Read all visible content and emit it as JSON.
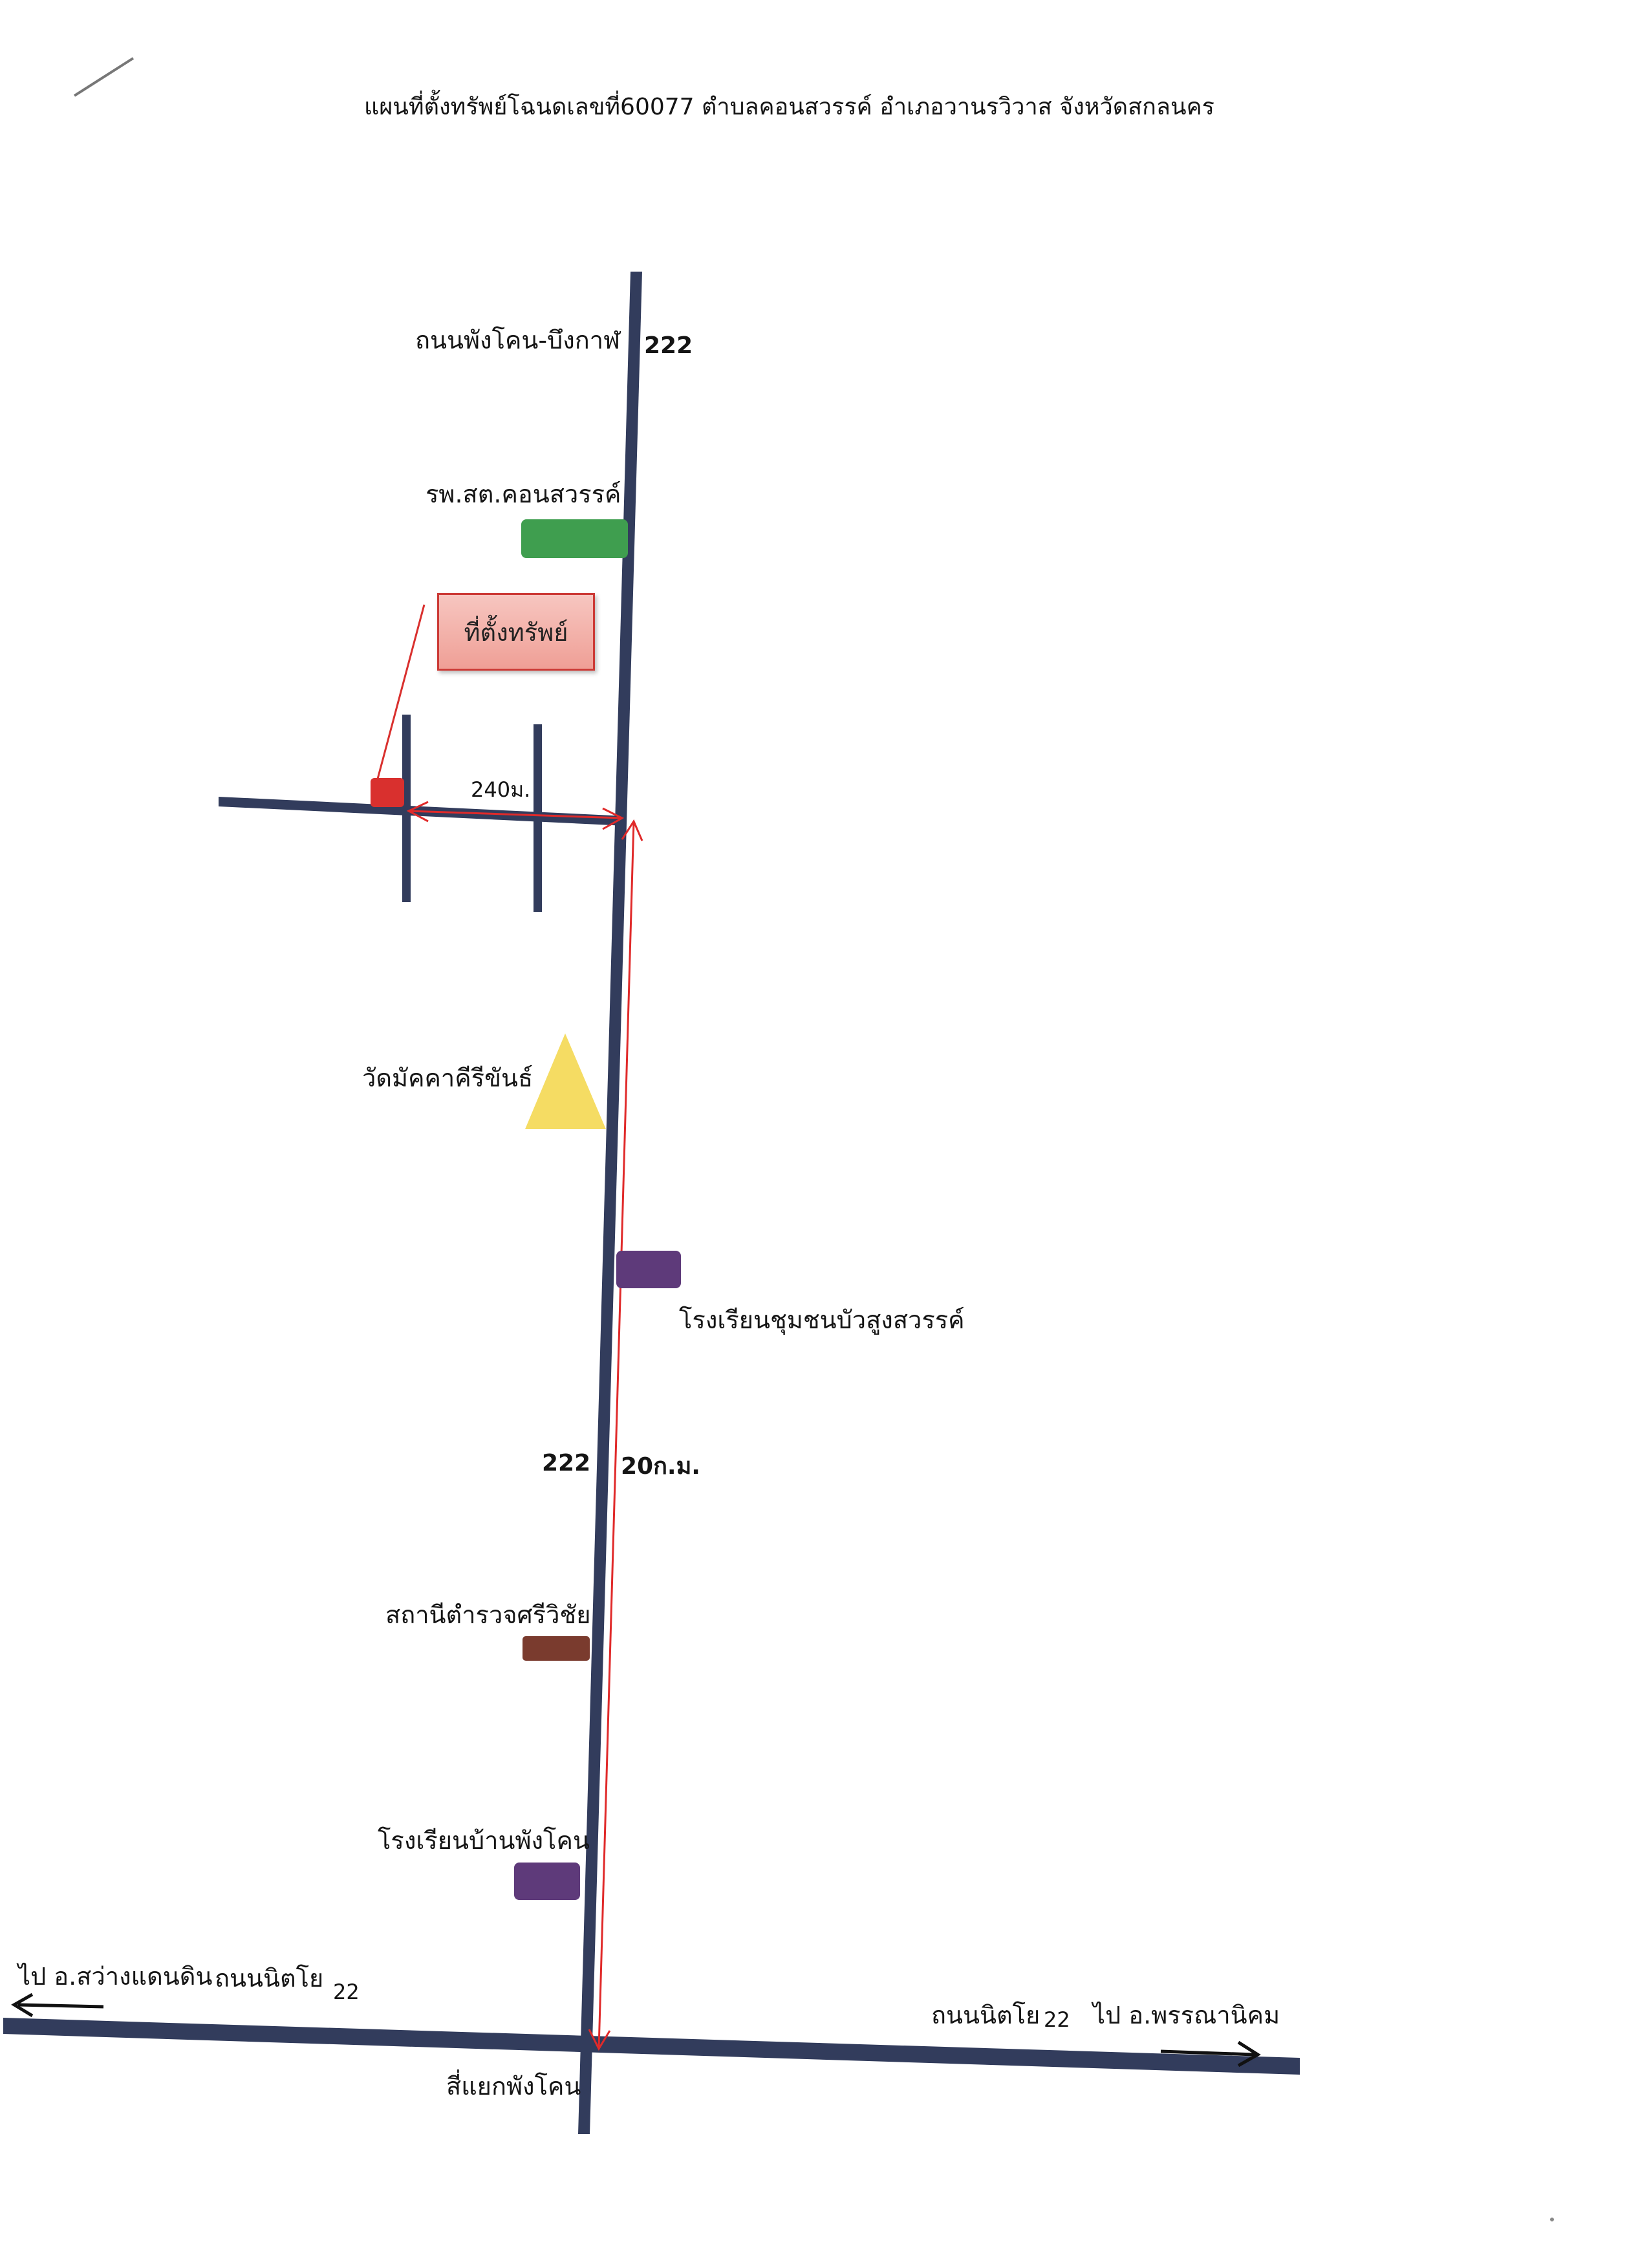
{
  "title": "แผนที่ตั้งทรัพย์โฉนดเลขที่60077 ตำบลคอนสวรรค์ อำเภอวานรวิวาส จังหวัดสกลนคร",
  "property_callout": "ที่ตั้งทรัพย์",
  "distance_side_road": "240ม.",
  "distance_main_road": "20ก.ม.",
  "main_road": {
    "name": "ถนนพังโคน-บึงกาฬ",
    "route_number_top": "222",
    "route_number_mid": "222"
  },
  "cross_road": {
    "left_direction": "ไป อ.สว่างแดนดิน",
    "left_name": "ถนนนิตโย",
    "left_number": "22",
    "right_name": "ถนนนิตโย",
    "right_number": "22",
    "right_direction": "ไป อ.พรรณานิคม",
    "intersection": "สี่แยกพังโคน"
  },
  "landmarks": [
    {
      "name": "รพ.สต.คอนสวรรค์",
      "color": "#3f9e4f",
      "shape": "rectangle"
    },
    {
      "name": "วัดมัคคาคีรีขันธ์",
      "color": "#f5dc63",
      "shape": "triangle"
    },
    {
      "name": "โรงเรียนชุมชนบัวสูงสวรรค์",
      "color": "#5e3a7a",
      "shape": "rectangle"
    },
    {
      "name": "สถานีตำรวจศรีวิชัย",
      "color": "#7a3b2e",
      "shape": "rectangle"
    },
    {
      "name": "โรงเรียนบ้านพังโคน",
      "color": "#5e3a7a",
      "shape": "rectangle"
    }
  ],
  "colors": {
    "road": "#323c5c",
    "route_line": "#e02a2a",
    "property_marker": "#d9302e",
    "callout_fill": "#f4b3ab"
  }
}
